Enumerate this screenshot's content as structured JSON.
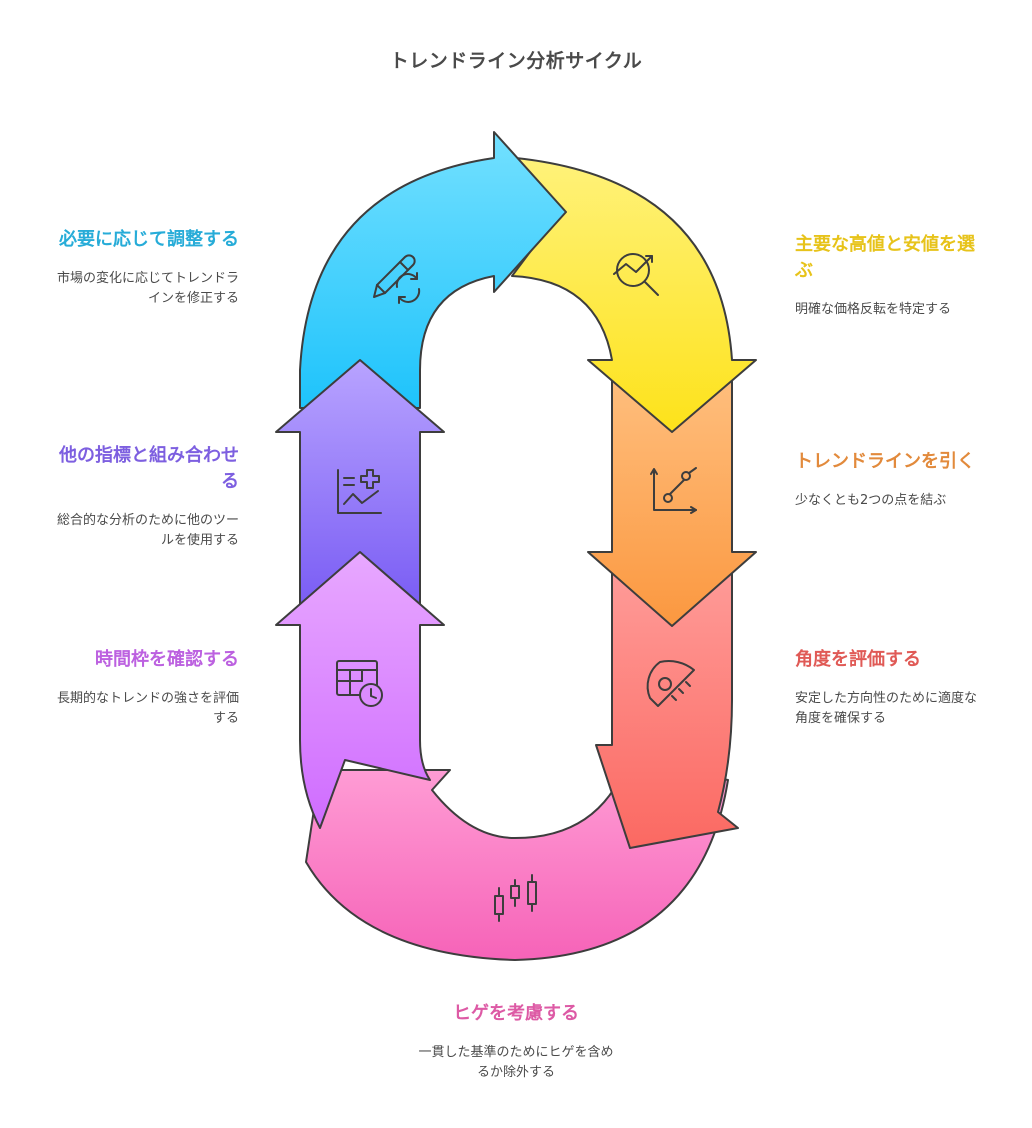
{
  "title": "トレンドライン分析サイクル",
  "steps": [
    {
      "id": "select",
      "title": "主要な高値と安値を選ぶ",
      "desc": "明確な価格反転を特定する",
      "color": "#e7c31a",
      "icon": "magnify-chart-icon"
    },
    {
      "id": "draw",
      "title": "トレンドラインを引く",
      "desc": "少なくとも2つの点を結ぶ",
      "color": "#e28a3c",
      "icon": "line-chart-icon"
    },
    {
      "id": "angle",
      "title": "角度を評価する",
      "desc": "安定した方向性のために適度な角度を確保する",
      "color": "#e05a56",
      "icon": "protractor-icon"
    },
    {
      "id": "wicks",
      "title": "ヒゲを考慮する",
      "desc": "一貫した基準のためにヒゲを含めるか除外する",
      "color": "#dd5aa5",
      "icon": "candlestick-icon"
    },
    {
      "id": "timeframe",
      "title": "時間枠を確認する",
      "desc": "長期的なトレンドの強さを評価する",
      "color": "#bc61e0",
      "icon": "calendar-clock-icon"
    },
    {
      "id": "combine",
      "title": "他の指標と組み合わせる",
      "desc": "総合的な分析のために他のツールを使用する",
      "color": "#7d5fe0",
      "icon": "chart-plus-icon"
    },
    {
      "id": "adjust",
      "title": "必要に応じて調整する",
      "desc": "市場の変化に応じてトレンドラインを修正する",
      "color": "#27acd8",
      "icon": "pencil-refresh-icon"
    }
  ]
}
